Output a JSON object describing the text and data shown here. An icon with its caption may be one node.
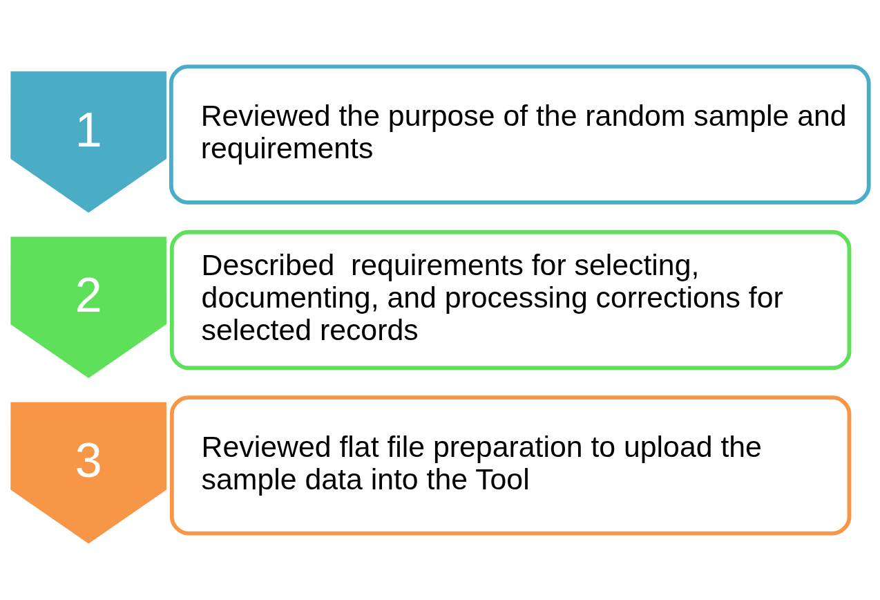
{
  "diagram": {
    "nodes": [
      {
        "text": [
          "1"
        ]
      },
      {
        "text": [
          "Reviewed the purpose of the random sample and requirements"
        ]
      },
      {
        "text": [
          "2"
        ]
      },
      {
        "text": [
          "Described  requirements for selecting, documenting, and processing corrections for selected records"
        ]
      },
      {
        "text": [
          "3"
        ]
      },
      {
        "text": [
          "Reviewed flat file preparation to upload the sample data into the Tool"
        ]
      }
    ]
  }
}
